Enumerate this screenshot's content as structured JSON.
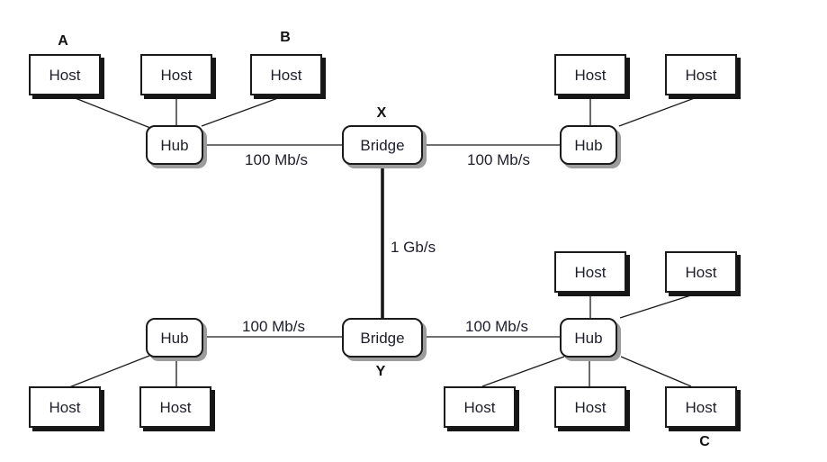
{
  "diagram": {
    "nodes": [
      {
        "id": "host-a",
        "type": "host",
        "label": "Host",
        "tag": "A"
      },
      {
        "id": "host-top-left-mid",
        "type": "host",
        "label": "Host"
      },
      {
        "id": "host-b",
        "type": "host",
        "label": "Host",
        "tag": "B"
      },
      {
        "id": "hub-top-left",
        "type": "hub",
        "label": "Hub"
      },
      {
        "id": "bridge-x",
        "type": "bridge",
        "label": "Bridge",
        "tag": "X"
      },
      {
        "id": "host-top-right-mid",
        "type": "host",
        "label": "Host"
      },
      {
        "id": "host-top-right-end",
        "type": "host",
        "label": "Host"
      },
      {
        "id": "hub-top-right",
        "type": "hub",
        "label": "Hub"
      },
      {
        "id": "hub-bottom-left",
        "type": "hub",
        "label": "Hub"
      },
      {
        "id": "host-bottom-left-1",
        "type": "host",
        "label": "Host"
      },
      {
        "id": "host-bottom-left-2",
        "type": "host",
        "label": "Host"
      },
      {
        "id": "bridge-y",
        "type": "bridge",
        "label": "Bridge",
        "tag": "Y"
      },
      {
        "id": "host-bottom-right-up1",
        "type": "host",
        "label": "Host"
      },
      {
        "id": "host-bottom-right-up2",
        "type": "host",
        "label": "Host"
      },
      {
        "id": "hub-bottom-right",
        "type": "hub",
        "label": "Hub"
      },
      {
        "id": "host-bottom-right-lo1",
        "type": "host",
        "label": "Host"
      },
      {
        "id": "host-bottom-right-lo2",
        "type": "host",
        "label": "Host"
      },
      {
        "id": "host-c",
        "type": "host",
        "label": "Host",
        "tag": "C"
      }
    ],
    "links": [
      {
        "from": "hub-top-left",
        "to": "bridge-x",
        "speed": "100 Mb/s"
      },
      {
        "from": "bridge-x",
        "to": "hub-top-right",
        "speed": "100 Mb/s"
      },
      {
        "from": "bridge-x",
        "to": "bridge-y",
        "speed": "1 Gb/s"
      },
      {
        "from": "hub-bottom-left",
        "to": "bridge-y",
        "speed": "100 Mb/s"
      },
      {
        "from": "bridge-y",
        "to": "hub-bottom-right",
        "speed": "100 Mb/s"
      }
    ],
    "host_connections": [
      {
        "from": "host-a",
        "to": "hub-top-left"
      },
      {
        "from": "host-top-left-mid",
        "to": "hub-top-left"
      },
      {
        "from": "host-b",
        "to": "hub-top-left"
      },
      {
        "from": "host-top-right-mid",
        "to": "hub-top-right"
      },
      {
        "from": "host-top-right-end",
        "to": "hub-top-right"
      },
      {
        "from": "host-bottom-left-1",
        "to": "hub-bottom-left"
      },
      {
        "from": "host-bottom-left-2",
        "to": "hub-bottom-left"
      },
      {
        "from": "host-bottom-right-up1",
        "to": "hub-bottom-right"
      },
      {
        "from": "host-bottom-right-up2",
        "to": "hub-bottom-right"
      },
      {
        "from": "host-bottom-right-lo1",
        "to": "hub-bottom-right"
      },
      {
        "from": "host-bottom-right-lo2",
        "to": "hub-bottom-right"
      },
      {
        "from": "host-c",
        "to": "hub-bottom-right"
      }
    ]
  },
  "colors": {
    "box_fill": "#ffffff",
    "box_border": "#1a1a1a",
    "host_shadow": "#161616",
    "hub_shadow": "#9c9c9c",
    "text": "#1e1e2a",
    "line": "#1a1a1a"
  }
}
